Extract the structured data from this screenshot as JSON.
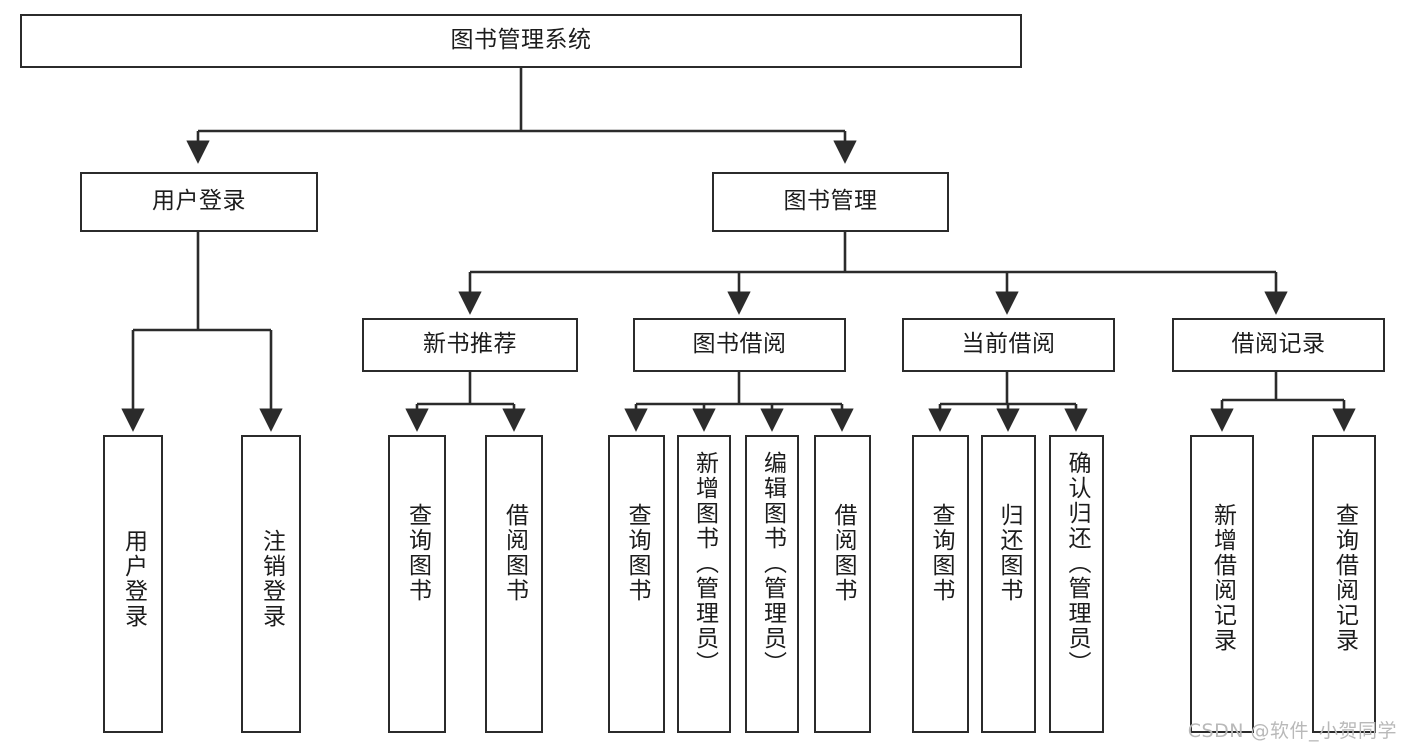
{
  "diagram": {
    "title": "图书管理系统",
    "type": "tree-hierarchy",
    "watermark": "CSDN @软件_小贺同学",
    "colors": {
      "box_border": "#2b2b2b",
      "background": "#ffffff",
      "edge": "#2b2b2b",
      "text": "#1c1c1c",
      "watermark": "#b9b9b9"
    },
    "root": {
      "id": "root",
      "label": "图书管理系统"
    },
    "level2": [
      {
        "id": "user-login",
        "label": "用户登录"
      },
      {
        "id": "book-management",
        "label": "图书管理"
      }
    ],
    "level3": [
      {
        "id": "new-book-recommend",
        "label": "新书推荐",
        "parent": "book-management"
      },
      {
        "id": "book-borrow",
        "label": "图书借阅",
        "parent": "book-management"
      },
      {
        "id": "current-borrow",
        "label": "当前借阅",
        "parent": "book-management"
      },
      {
        "id": "borrow-record",
        "label": "借阅记录",
        "parent": "book-management"
      }
    ],
    "leaves": {
      "user_login": [
        {
          "id": "leaf-user-login",
          "label": "用户登录"
        },
        {
          "id": "leaf-logout-login",
          "label": "注销登录"
        }
      ],
      "new_book_recommend": [
        {
          "id": "leaf-query-book-1",
          "label": "查询图书"
        },
        {
          "id": "leaf-borrow-book-1",
          "label": "借阅图书"
        }
      ],
      "book_borrow": [
        {
          "id": "leaf-query-book-2",
          "label": "查询图书"
        },
        {
          "id": "leaf-add-book",
          "label": "新增图书（管理员）"
        },
        {
          "id": "leaf-edit-book",
          "label": "编辑图书（管理员）"
        },
        {
          "id": "leaf-borrow-book-2",
          "label": "借阅图书"
        }
      ],
      "current_borrow": [
        {
          "id": "leaf-query-book-3",
          "label": "查询图书"
        },
        {
          "id": "leaf-return-book",
          "label": "归还图书"
        },
        {
          "id": "leaf-confirm-return",
          "label": "确认归还（管理员）"
        }
      ],
      "borrow_record": [
        {
          "id": "leaf-add-record",
          "label": "新增借阅记录"
        },
        {
          "id": "leaf-query-record",
          "label": "查询借阅记录"
        }
      ]
    }
  }
}
